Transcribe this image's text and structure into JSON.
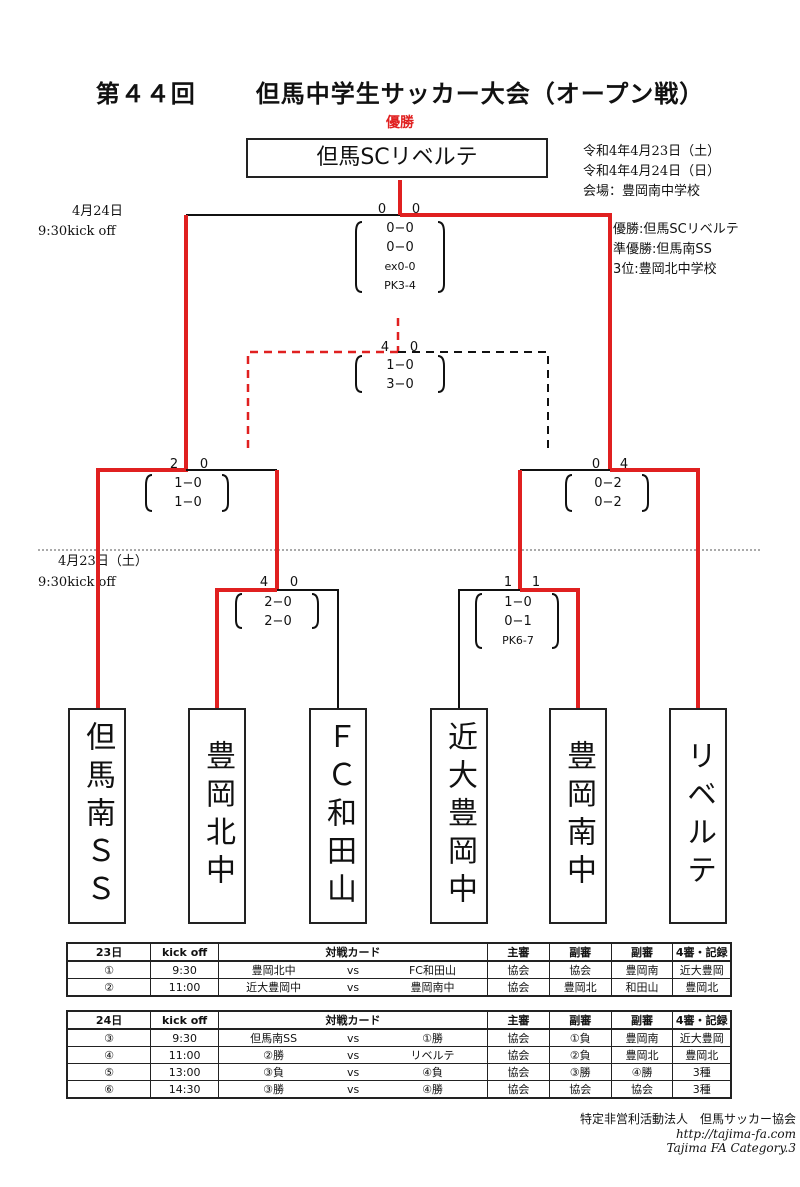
{
  "header": {
    "title_left": "第４４回",
    "title_right": "但馬中学生サッカー大会（オープン戦）",
    "winner_label": "優勝",
    "champion": "但馬SCリベルテ"
  },
  "event_info": {
    "date1": "令和4年4月23日（土）",
    "date2": "令和4年4月24日（日）",
    "venue": "会場：豊岡南中学校"
  },
  "results": {
    "first": "優勝:但馬SCリベルテ",
    "second": "準優勝:但馬南SS",
    "third": "3位:豊岡北中学校"
  },
  "day_labels": {
    "day2_date": "4月24日",
    "day2_time": "9:30kick off",
    "day1_date": "4月23日（土）",
    "day1_time": "9:30kick off"
  },
  "teams": [
    "但馬南ＳＳ",
    "豊岡北中",
    "ＦＣ和田山",
    "近大豊岡中",
    "豊岡南中",
    "リベルテ"
  ],
  "matches": {
    "m1": {
      "left": "4",
      "right": "0",
      "lines": [
        "2−0",
        "2−0"
      ]
    },
    "m2": {
      "left": "1",
      "right": "1",
      "lines": [
        "1−0",
        "0−1"
      ],
      "pk": "PK6-7"
    },
    "m3": {
      "left": "2",
      "right": "0",
      "lines": [
        "1−0",
        "1−0"
      ]
    },
    "m4": {
      "left": "0",
      "right": "4",
      "lines": [
        "0−2",
        "0−2"
      ]
    },
    "m5": {
      "left": "4",
      "right": "0",
      "lines": [
        "1−0",
        "3−0"
      ]
    },
    "m6": {
      "left": "0",
      "right": "0",
      "lines": [
        "0−0",
        "0−0"
      ],
      "ex": "ex0-0",
      "pk": "PK3-4"
    }
  },
  "schedule_day1": {
    "headers": [
      "23日",
      "kick off",
      "対戦カード",
      "主審",
      "副審",
      "副審",
      "4審・記録"
    ],
    "rows": [
      [
        "①",
        "9:30",
        "豊岡北中",
        "vs",
        "FC和田山",
        "協会",
        "協会",
        "豊岡南",
        "近大豊岡"
      ],
      [
        "②",
        "11:00",
        "近大豊岡中",
        "vs",
        "豊岡南中",
        "協会",
        "豊岡北",
        "和田山",
        "豊岡北"
      ]
    ]
  },
  "schedule_day2": {
    "headers": [
      "24日",
      "kick off",
      "対戦カード",
      "主審",
      "副審",
      "副審",
      "4審・記録"
    ],
    "rows": [
      [
        "③",
        "9:30",
        "但馬南SS",
        "vs",
        "①勝",
        "協会",
        "①負",
        "豊岡南",
        "近大豊岡"
      ],
      [
        "④",
        "11:00",
        "②勝",
        "vs",
        "リベルテ",
        "協会",
        "②負",
        "豊岡北",
        "豊岡北"
      ],
      [
        "⑤",
        "13:00",
        "③負",
        "vs",
        "④負",
        "協会",
        "③勝",
        "④勝",
        "3種"
      ],
      [
        "⑥",
        "14:30",
        "③勝",
        "vs",
        "④勝",
        "協会",
        "協会",
        "協会",
        "3種"
      ]
    ]
  },
  "footer": {
    "org": "特定非営利活動法人　但馬サッカー協会",
    "url": "http://tajima-fa.com",
    "category": "Tajima FA Category.3"
  },
  "colors": {
    "winner_line": "#e02020",
    "line": "#111111"
  }
}
